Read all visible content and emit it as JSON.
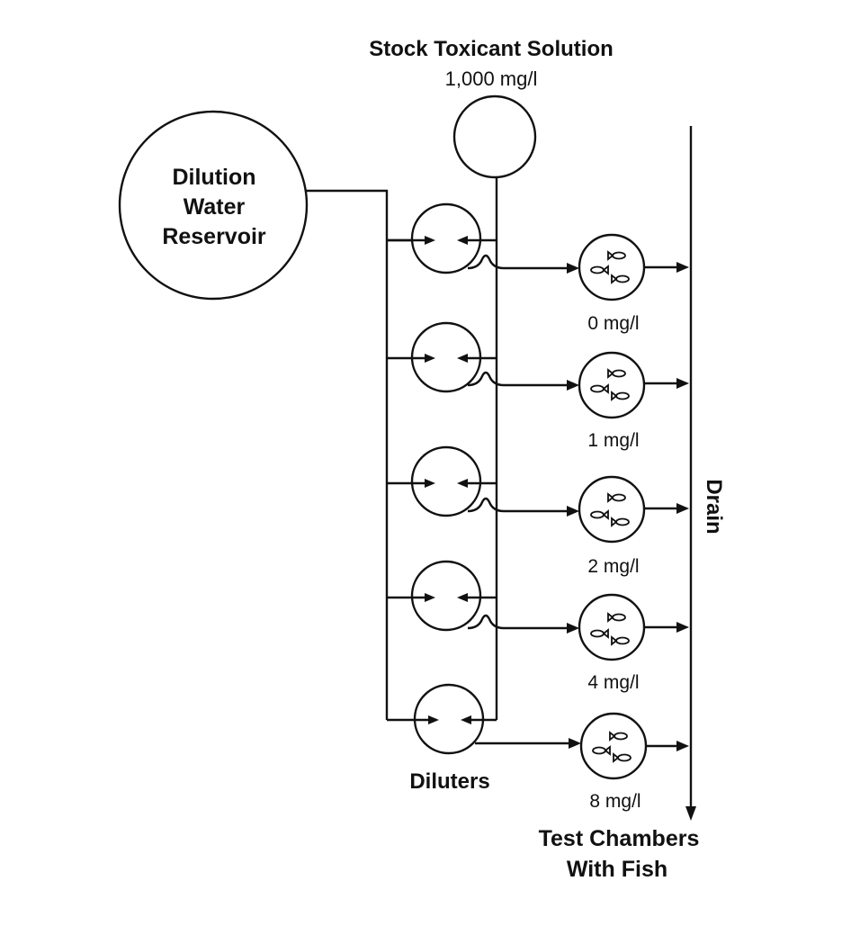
{
  "stock": {
    "title": "Stock Toxicant Solution",
    "concentration": "1,000 mg/l"
  },
  "reservoir": {
    "lines": [
      "Dilution",
      "Water",
      "Reservoir"
    ]
  },
  "diluters_label": "Diluters",
  "drain_label": "Drain",
  "test_chambers": {
    "lines": [
      "Test Chambers",
      "With Fish"
    ],
    "concentrations": [
      "0 mg/l",
      "1 mg/l",
      "2 mg/l",
      "4 mg/l",
      "8 mg/l"
    ]
  }
}
